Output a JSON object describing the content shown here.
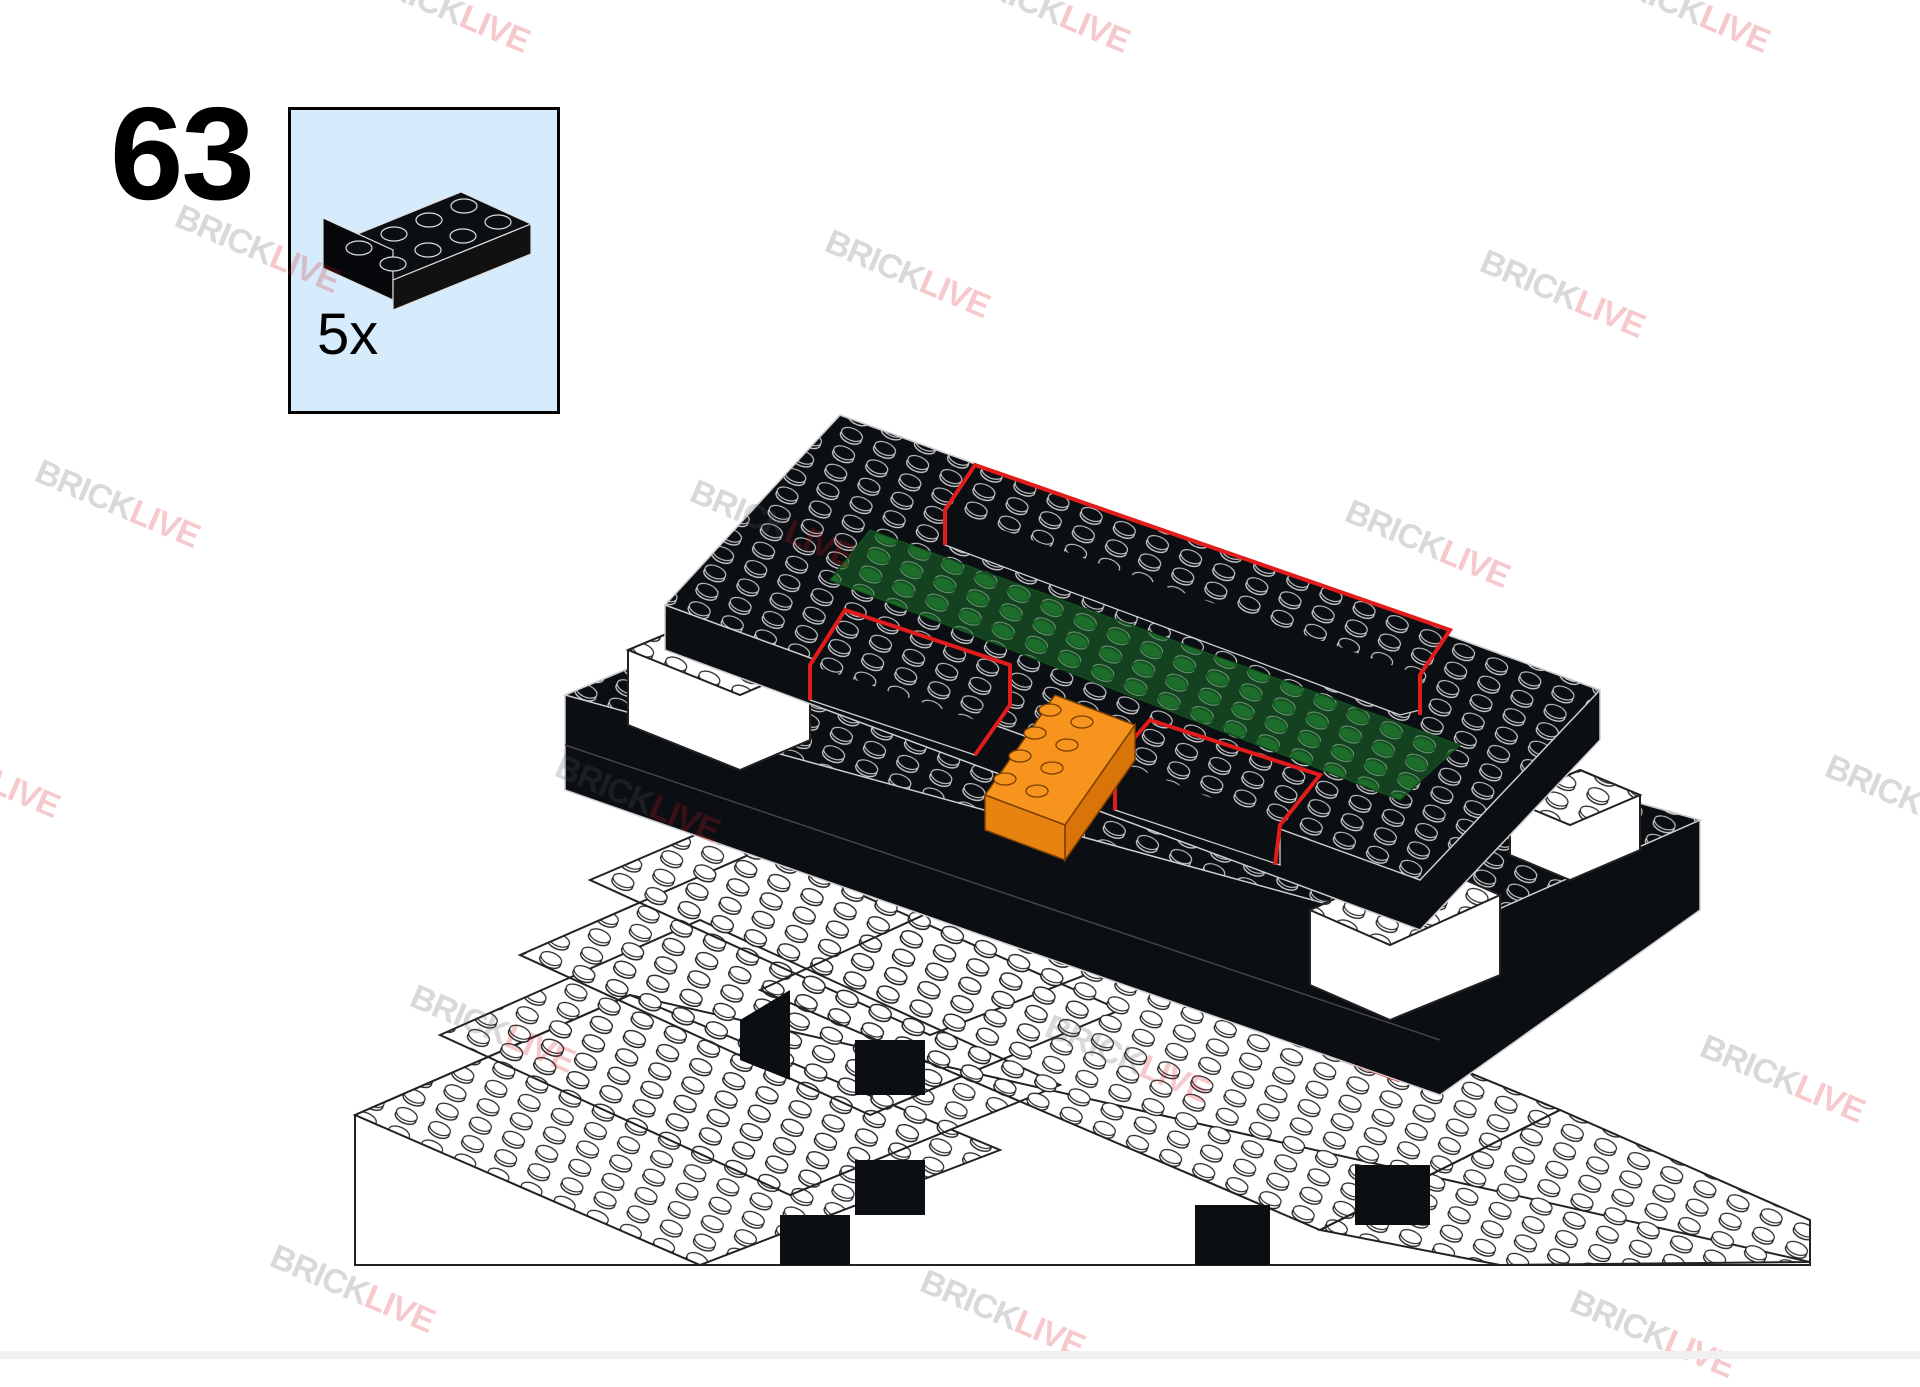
{
  "step": {
    "number": "63"
  },
  "parts": {
    "count_label": "5x"
  },
  "watermark": {
    "part1": "BRICK",
    "part2": "LIVE"
  },
  "colors": {
    "callout_bg": "#d6ecfc",
    "brick_black": "#0b0f14",
    "brick_white": "#ffffff",
    "plate_green": "#1e6e2c",
    "brick_orange": "#f7941d",
    "highlight_red": "#e21b1b",
    "watermark_red": "#d9141b"
  }
}
